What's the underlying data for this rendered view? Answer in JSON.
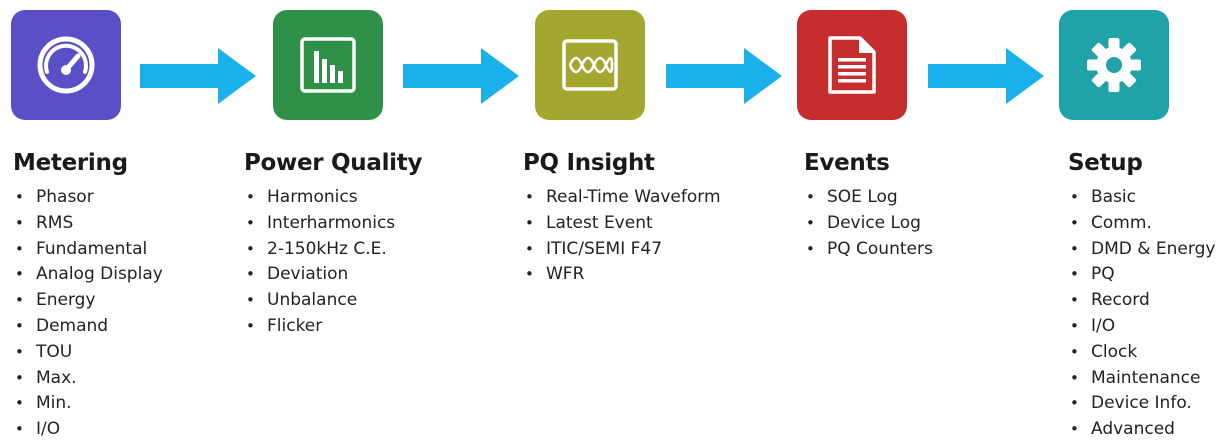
{
  "colors": {
    "arrow": "#1ab0ec",
    "metering": "#5b4fc7",
    "power_quality": "#2f9048",
    "pq_insight": "#a3a72f",
    "events": "#c72c2e",
    "setup": "#1fa2a8"
  },
  "icons": [
    "gauge-icon",
    "bar-chart-icon",
    "waveform-icon",
    "document-icon",
    "gear-icon"
  ],
  "sections": [
    {
      "title": "Metering",
      "items": [
        "Phasor",
        "RMS",
        "Fundamental",
        "Analog Display",
        "Energy",
        "Demand",
        "TOU",
        "Max.",
        "Min.",
        "I/O"
      ]
    },
    {
      "title": "Power Quality",
      "items": [
        "Harmonics",
        "Interharmonics",
        "2-150kHz C.E.",
        "Deviation",
        "Unbalance",
        "Flicker"
      ]
    },
    {
      "title": "PQ Insight",
      "items": [
        "Real-Time Waveform",
        "Latest Event",
        "ITIC/SEMI F47",
        "WFR"
      ]
    },
    {
      "title": "Events",
      "items": [
        "SOE Log",
        "Device Log",
        "PQ Counters"
      ]
    },
    {
      "title": "Setup",
      "items": [
        "Basic",
        "Comm.",
        "DMD & Energy",
        "PQ",
        "Record",
        "I/O",
        "Clock",
        "Maintenance",
        "Device Info.",
        "Advanced"
      ]
    }
  ]
}
